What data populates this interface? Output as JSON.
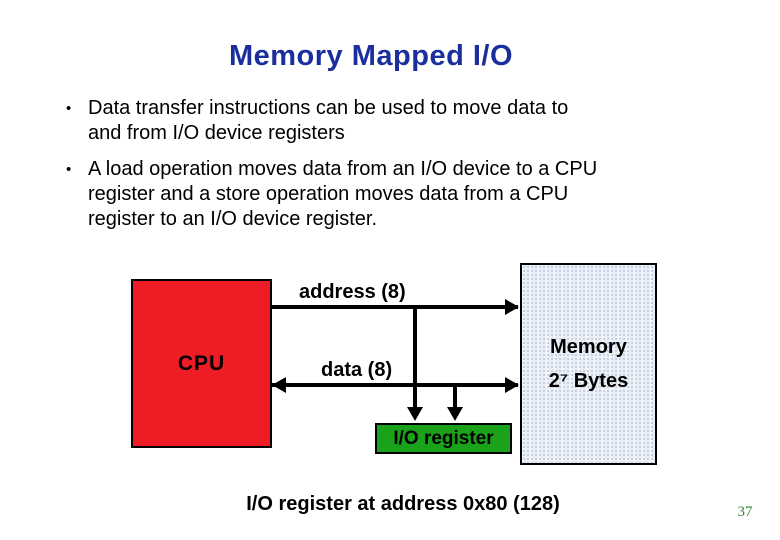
{
  "slide": {
    "title": "Memory Mapped I/O",
    "page_number": "37",
    "colors": {
      "title_blue": "#1b2e9e",
      "page_number_green": "#38853a",
      "background": "#ffffff"
    }
  },
  "bullets": {
    "marker": "•",
    "items": [
      {
        "lines": [
          "Data transfer instructions can be used to move data to",
          "and from I/O device registers"
        ]
      },
      {
        "lines": [
          "A load operation moves data from an I/O device to a CPU",
          "register and a store operation moves data from a CPU",
          "register to an I/O device register."
        ]
      }
    ]
  },
  "diagram": {
    "cpu": {
      "label": "CPU",
      "fill": "#ee1c25"
    },
    "memory": {
      "label_line1": "Memory",
      "label_line2": "2⁷ Bytes",
      "fill": "#e9eef7"
    },
    "io_register": {
      "label": "I/O register",
      "fill": "#1aa31a"
    },
    "address_bus": {
      "label": "address (8)"
    },
    "data_bus": {
      "label": "data (8)"
    },
    "caption": "I/O register at address 0x80 (128)",
    "line_color": "#000000"
  }
}
